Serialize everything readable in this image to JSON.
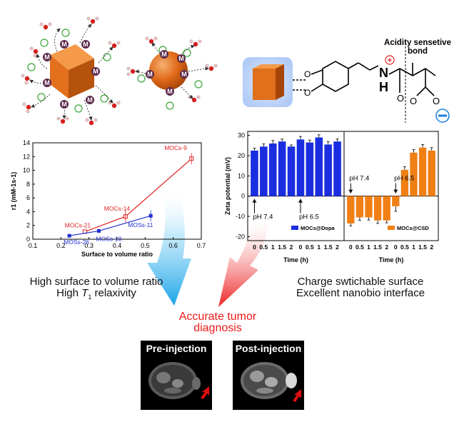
{
  "top": {
    "metal_label": "M",
    "acidity_label": "Acidity sensetive\nbond"
  },
  "chart_data": [
    {
      "type": "line",
      "xlabel": "Surface to volume ratio",
      "ylabel": "r1 (mM-1s-1)",
      "xlim": [
        0.1,
        0.7
      ],
      "ylim": [
        0,
        14
      ],
      "xticks": [
        0.1,
        0.2,
        0.3,
        0.4,
        0.5,
        0.6,
        0.7
      ],
      "yticks": [
        0,
        2,
        4,
        6,
        8,
        10,
        12,
        14
      ],
      "series": [
        {
          "color": "#e02020",
          "points": [
            {
              "label": "MOCs-21",
              "x": 0.285,
              "y": 1.1
            },
            {
              "label": "MOCs-14",
              "x": 0.43,
              "y": 3.3
            },
            {
              "label": "MOCs-9",
              "x": 0.665,
              "y": 11.7
            }
          ]
        },
        {
          "color": "#2030d0",
          "points": [
            {
              "label": "MOSs-26",
              "x": 0.23,
              "y": 0.5
            },
            {
              "label": "MOSs-18",
              "x": 0.335,
              "y": 1.2
            },
            {
              "label": "MOSs-11",
              "x": 0.52,
              "y": 3.4
            }
          ]
        }
      ]
    },
    {
      "type": "bar",
      "ylabel": "Zeta potential (mV)",
      "xlabel": "Time (h)",
      "ylim": [
        -22,
        32
      ],
      "yticks": [
        -20,
        -10,
        0,
        10,
        20,
        30
      ],
      "panels": [
        {
          "legend": "MOCs@Dopa",
          "color": "#1a2ee0",
          "categories": [
            "0",
            "0.5",
            "1",
            "1.5",
            "2",
            "0",
            "0.5",
            "1",
            "1.5",
            "2"
          ],
          "values": [
            22.5,
            24.5,
            26,
            27,
            24.5,
            28,
            26.5,
            29,
            25.5,
            27
          ],
          "errors": [
            1.2,
            1.3,
            1.5,
            1.2,
            0.8,
            1.5,
            1.2,
            1.3,
            1.5,
            1.3
          ],
          "annotations": [
            "pH 7.4",
            "pH 6.5"
          ]
        },
        {
          "legend": "MOCs@CSD",
          "color": "#f07f14",
          "categories": [
            "0",
            "0.5",
            "1",
            "1.5",
            "2",
            "0",
            "0.5",
            "1",
            "1.5",
            "2"
          ],
          "values": [
            -13.5,
            -10.5,
            -10.5,
            -12,
            -12,
            -5,
            13,
            21.5,
            24,
            22.5
          ],
          "errors": [
            1.2,
            1.5,
            1.3,
            1.5,
            1.2,
            2.5,
            1.5,
            1.5,
            1.5,
            1.5
          ],
          "annotations": [
            "pH 7.4",
            "pH 6.5"
          ]
        }
      ]
    }
  ],
  "captions": {
    "left_line1": "High surface to volume ratio",
    "left_line2_prefix": "High ",
    "left_line2_symbol": "T",
    "left_line2_sub": "1",
    "left_line2_suffix": " relaxivity",
    "right_line1": "Charge swtichable surface",
    "right_line2": "Excellent nanobio interface",
    "center_line1": "Accurate tumor",
    "center_line2": "diagnosis"
  },
  "mri": {
    "pre_label": "Pre-injection",
    "post_label": "Post-injection"
  }
}
